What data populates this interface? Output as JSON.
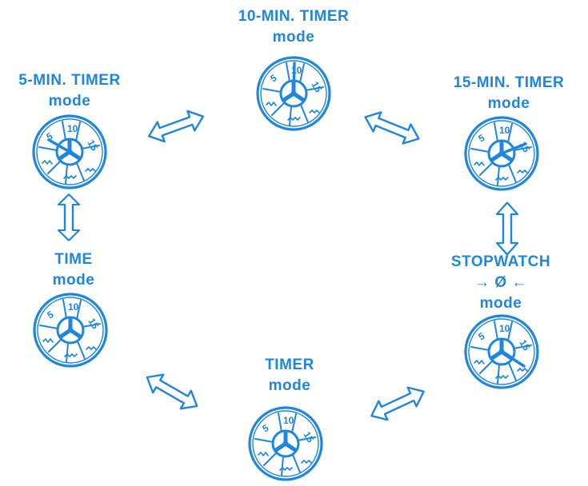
{
  "colors": {
    "ink": "#1f86e0",
    "background": "#ffffff"
  },
  "modes": {
    "ten_min": {
      "title": "10-MIN. TIMER",
      "sub": "mode"
    },
    "five_min": {
      "title": "5-MIN. TIMER",
      "sub": "mode"
    },
    "fifteen_min": {
      "title": "15-MIN. TIMER",
      "sub": "mode"
    },
    "time": {
      "title": "TIME",
      "sub": "mode"
    },
    "stopwatch": {
      "title": "STOPWATCH",
      "zero": "→ Ø ←",
      "sub": "mode"
    },
    "timer": {
      "title": "TIMER",
      "sub": "mode"
    }
  },
  "dial_text": {
    "five": "5",
    "ten": "10",
    "fifteen": "15"
  },
  "icons": {
    "watch": "watch-dial-icon",
    "arrow": "double-arrow-icon"
  }
}
